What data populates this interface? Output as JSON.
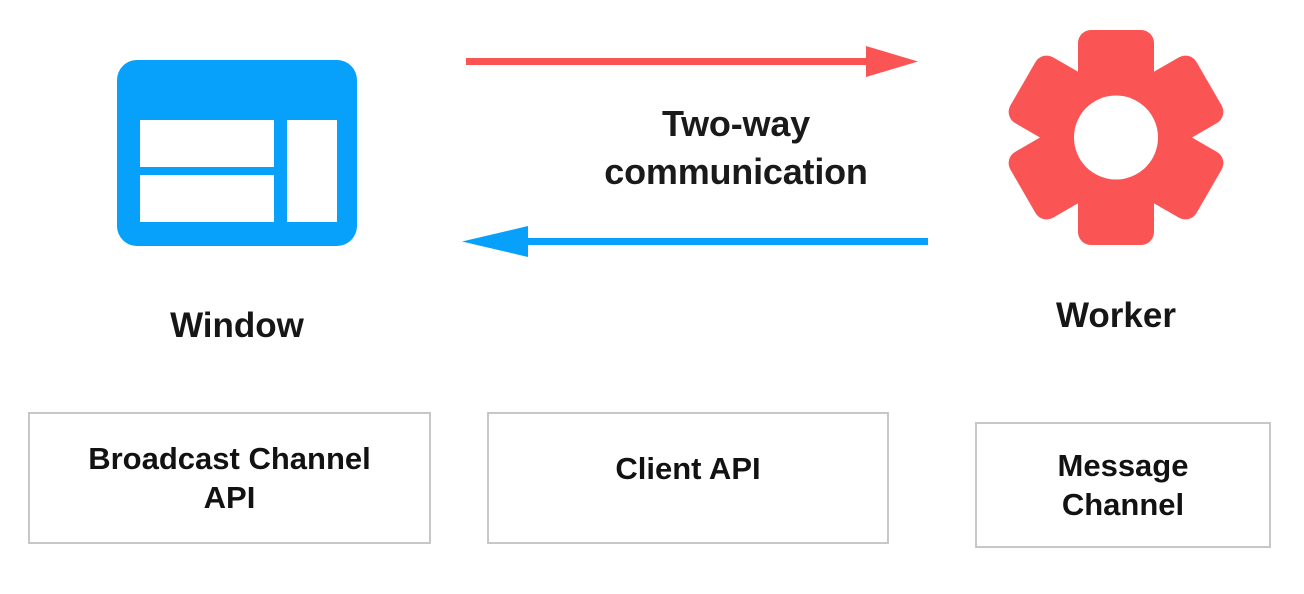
{
  "diagram": {
    "title": "Two-way communication between Window and Worker",
    "caption": {
      "line1": "Two-way",
      "line2": "communication"
    },
    "nodes": [
      {
        "id": "window",
        "label": "Window",
        "icon": "browser-window-icon",
        "color": "#07A0FB"
      },
      {
        "id": "worker",
        "label": "Worker",
        "icon": "gear-icon",
        "color": "#FB5454"
      }
    ],
    "arrows": [
      {
        "id": "window-to-worker",
        "direction": "right",
        "color": "#FB5454",
        "from": "window",
        "to": "worker"
      },
      {
        "id": "worker-to-window",
        "direction": "left",
        "color": "#07A0FB",
        "from": "worker",
        "to": "window"
      }
    ],
    "api_boxes": [
      {
        "id": "broadcast-channel-api",
        "line1": "Broadcast Channel",
        "line2": "API",
        "border_color": "#c7c7c7"
      },
      {
        "id": "client-api",
        "line1": "Client API",
        "line2": "",
        "border_color": "#c7c7c7"
      },
      {
        "id": "message-channel",
        "line1": "Message",
        "line2": "Channel",
        "border_color": "#c7c7c7"
      }
    ]
  }
}
